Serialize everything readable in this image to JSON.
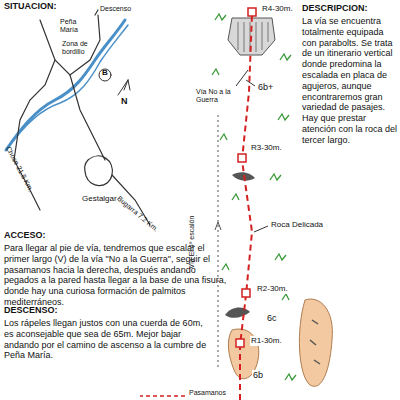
{
  "diagram": {
    "labels": [
      "SITUACION:",
      "Descenso",
      "Peña María",
      "Zona de bordillo",
      "N",
      "B",
      "Gestalgar",
      "Chose 21.8 Km.",
      "Bugarra 7.2 Km.",
      "DESCRIPCION:",
      "La vía se encuentra totalmente equipada con parabolts. Se trata de un itinerario vertical donde predomina la escalada en placa de agujeros, aunque encontraremos gran variedad de pasajes. Hay que prestar atención con la roca del tercer largo.",
      "R4-30m.",
      "Vía No a la Guerra",
      "6b+",
      "R3-30m.",
      "Roca Delicada",
      "R2-30m.",
      "Vía El 4º escalón",
      "6c",
      "R1-30m.",
      "6b",
      "ACCESO:",
      "Para llegar al pie de vía, tendremos que escalar el primer largo (V) de la vía \"No a la Guerra\", seguir el pasamanos hacia la derecha, después andando pegados a la pared hasta llegar a la base de una fisura, donde hay una curiosa formación de palmitos mediterráneos.",
      "DESCENSO:",
      "Los rápeles llegan justos con una cuerda de 60m, es aconsejable que sea de 65m. Mejor bajar andando por el camino de ascenso a la cumbre de Peña María.",
      "Pasamanos"
    ]
  }
}
